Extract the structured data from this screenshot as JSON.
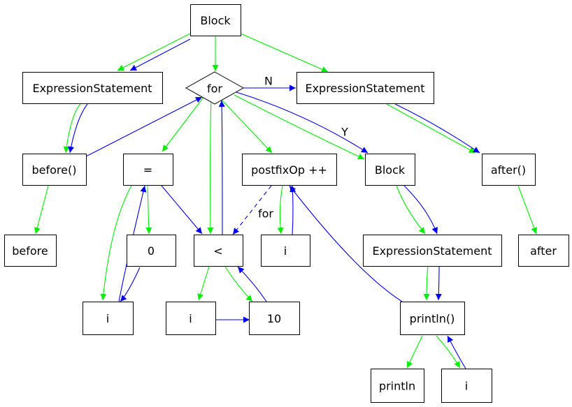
{
  "colors": {
    "green": "#00ee00",
    "blue": "#0000ee",
    "black": "#000000",
    "white": "#ffffff"
  },
  "nodes": [
    {
      "id": "block_root",
      "label": "Block",
      "shape": "box"
    },
    {
      "id": "expr_left",
      "label": "ExpressionStatement",
      "shape": "box"
    },
    {
      "id": "for",
      "label": "for",
      "shape": "diamond"
    },
    {
      "id": "expr_right",
      "label": "ExpressionStatement",
      "shape": "box"
    },
    {
      "id": "before_call",
      "label": "before()",
      "shape": "box"
    },
    {
      "id": "assign",
      "label": "=",
      "shape": "box"
    },
    {
      "id": "postfix",
      "label": "postfixOp ++",
      "shape": "box"
    },
    {
      "id": "block_inner",
      "label": "Block",
      "shape": "box"
    },
    {
      "id": "after_call",
      "label": "after()",
      "shape": "box"
    },
    {
      "id": "before_name",
      "label": "before",
      "shape": "box"
    },
    {
      "id": "zero",
      "label": "0",
      "shape": "box"
    },
    {
      "id": "less",
      "label": "<",
      "shape": "box"
    },
    {
      "id": "i_post",
      "label": "i",
      "shape": "box"
    },
    {
      "id": "expr_inner",
      "label": "ExpressionStatement",
      "shape": "box"
    },
    {
      "id": "after_name",
      "label": "after",
      "shape": "box"
    },
    {
      "id": "i_assign",
      "label": "i",
      "shape": "box"
    },
    {
      "id": "i_cmp",
      "label": "i",
      "shape": "box"
    },
    {
      "id": "ten",
      "label": "10",
      "shape": "box"
    },
    {
      "id": "println_call",
      "label": "println()",
      "shape": "box"
    },
    {
      "id": "println_name",
      "label": "println",
      "shape": "box"
    },
    {
      "id": "i_arg",
      "label": "i",
      "shape": "box"
    }
  ],
  "edges": [
    {
      "from": "block_root",
      "to": "expr_left",
      "color": "green"
    },
    {
      "from": "block_root",
      "to": "expr_left",
      "color": "blue"
    },
    {
      "from": "block_root",
      "to": "for",
      "color": "green"
    },
    {
      "from": "block_root",
      "to": "expr_right",
      "color": "green"
    },
    {
      "from": "expr_left",
      "to": "before_call",
      "color": "green"
    },
    {
      "from": "expr_left",
      "to": "before_call",
      "color": "blue"
    },
    {
      "from": "before_call",
      "to": "for",
      "color": "blue"
    },
    {
      "from": "before_call",
      "to": "before_name",
      "color": "green"
    },
    {
      "from": "for",
      "to": "expr_right",
      "color": "blue",
      "label": "N"
    },
    {
      "from": "for",
      "to": "assign",
      "color": "green"
    },
    {
      "from": "for",
      "to": "less",
      "color": "green"
    },
    {
      "from": "less",
      "to": "for",
      "color": "blue"
    },
    {
      "from": "for",
      "to": "postfix",
      "color": "green"
    },
    {
      "from": "for",
      "to": "block_inner",
      "color": "green"
    },
    {
      "from": "for",
      "to": "block_inner",
      "color": "blue",
      "label": "Y"
    },
    {
      "from": "expr_right",
      "to": "after_call",
      "color": "green"
    },
    {
      "from": "expr_right",
      "to": "after_call",
      "color": "blue"
    },
    {
      "from": "after_call",
      "to": "after_name",
      "color": "green"
    },
    {
      "from": "assign",
      "to": "i_assign",
      "color": "green"
    },
    {
      "from": "i_assign",
      "to": "assign",
      "color": "blue"
    },
    {
      "from": "assign",
      "to": "zero",
      "color": "green"
    },
    {
      "from": "zero",
      "to": "i_assign",
      "color": "blue"
    },
    {
      "from": "assign",
      "to": "less",
      "color": "blue"
    },
    {
      "from": "postfix",
      "to": "less",
      "color": "blue",
      "style": "dashed",
      "label": "for"
    },
    {
      "from": "postfix",
      "to": "i_post",
      "color": "green"
    },
    {
      "from": "i_post",
      "to": "postfix",
      "color": "blue"
    },
    {
      "from": "less",
      "to": "i_cmp",
      "color": "green"
    },
    {
      "from": "less",
      "to": "ten",
      "color": "green"
    },
    {
      "from": "i_cmp",
      "to": "ten",
      "color": "blue"
    },
    {
      "from": "ten",
      "to": "less",
      "color": "blue"
    },
    {
      "from": "block_inner",
      "to": "expr_inner",
      "color": "green"
    },
    {
      "from": "block_inner",
      "to": "expr_inner",
      "color": "blue"
    },
    {
      "from": "expr_inner",
      "to": "println_call",
      "color": "green"
    },
    {
      "from": "expr_inner",
      "to": "println_call",
      "color": "blue"
    },
    {
      "from": "println_call",
      "to": "postfix",
      "color": "blue"
    },
    {
      "from": "println_call",
      "to": "println_name",
      "color": "green"
    },
    {
      "from": "println_call",
      "to": "i_arg",
      "color": "green"
    },
    {
      "from": "i_arg",
      "to": "println_call",
      "color": "blue"
    }
  ]
}
